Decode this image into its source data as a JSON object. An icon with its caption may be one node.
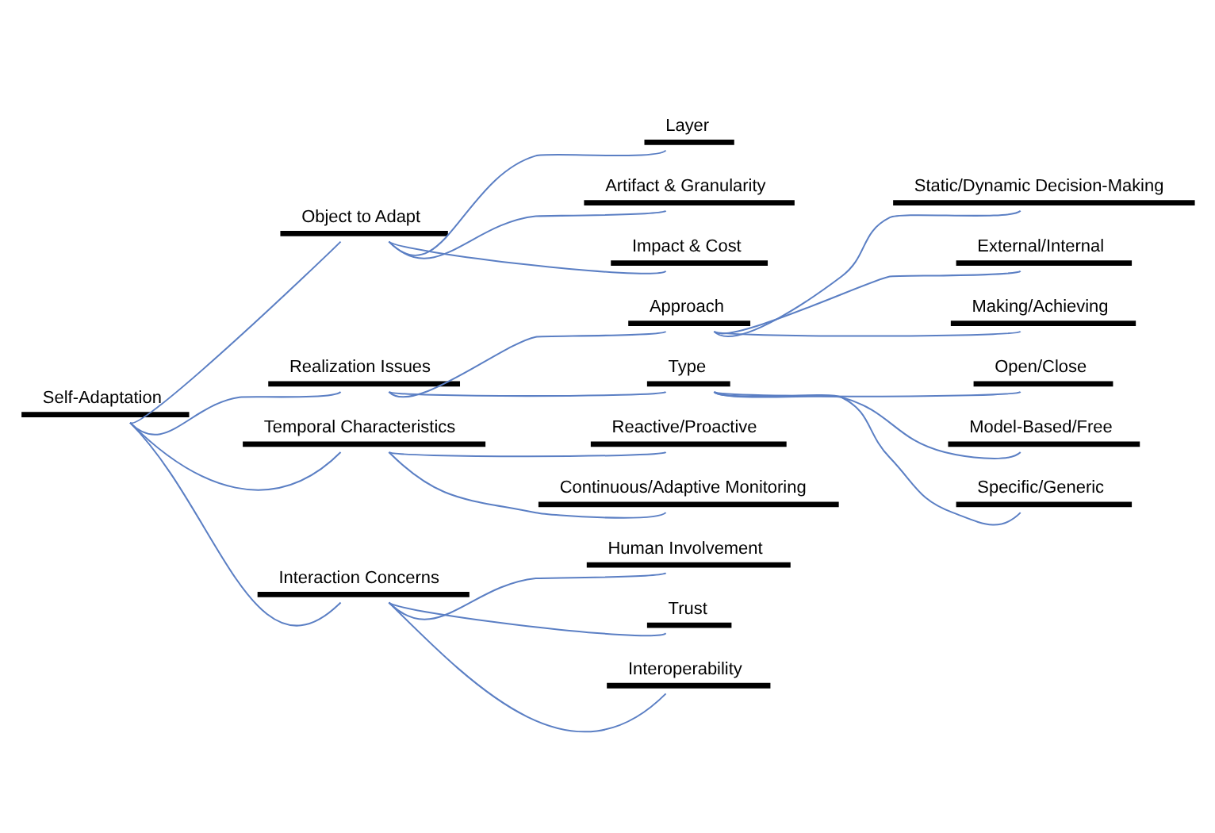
{
  "diagram": {
    "nodes": [
      {
        "text": [
          "Self-Adaptation"
        ]
      },
      {
        "text": [
          "Object to Adapt"
        ]
      },
      {
        "text": [
          "Layer"
        ]
      },
      {
        "text": [
          "Artifact & Granularity"
        ]
      },
      {
        "text": [
          "Impact & Cost"
        ]
      },
      {
        "text": [
          "Realization Issues"
        ]
      },
      {
        "text": [
          "Approach"
        ]
      },
      {
        "text": [
          "Static/Dynamic Decision-Making"
        ]
      },
      {
        "text": [
          "External/Internal"
        ]
      },
      {
        "text": [
          "Making/Achieving"
        ]
      },
      {
        "text": [
          "Type"
        ]
      },
      {
        "text": [
          "Open/Close"
        ]
      },
      {
        "text": [
          "Model-Based/Free"
        ]
      },
      {
        "text": [
          "Specific/Generic"
        ]
      },
      {
        "text": [
          "Temporal Characteristics"
        ]
      },
      {
        "text": [
          "Reactive/Proactive"
        ]
      },
      {
        "text": [
          "Continuous/Adaptive Monitoring"
        ]
      },
      {
        "text": [
          "Interaction Concerns"
        ]
      },
      {
        "text": [
          "Human Involvement"
        ]
      },
      {
        "text": [
          "Trust"
        ]
      },
      {
        "text": [
          "Interoperability"
        ]
      }
    ],
    "edges": [
      {
        "from": 0,
        "to": 1,
        "arrow": "none"
      },
      {
        "from": 1,
        "to": 2,
        "arrow": "none"
      },
      {
        "from": 1,
        "to": 3,
        "arrow": "none"
      },
      {
        "from": 1,
        "to": 4,
        "arrow": "none"
      },
      {
        "from": 0,
        "to": 5,
        "arrow": "none"
      },
      {
        "from": 5,
        "to": 6,
        "arrow": "none"
      },
      {
        "from": 6,
        "to": 7,
        "arrow": "none"
      },
      {
        "from": 6,
        "to": 8,
        "arrow": "none"
      },
      {
        "from": 6,
        "to": 9,
        "arrow": "none"
      },
      {
        "from": 5,
        "to": 10,
        "arrow": "none"
      },
      {
        "from": 10,
        "to": 11,
        "arrow": "none"
      },
      {
        "from": 10,
        "to": 12,
        "arrow": "none"
      },
      {
        "from": 10,
        "to": 13,
        "arrow": "none"
      },
      {
        "from": 0,
        "to": 14,
        "arrow": "none"
      },
      {
        "from": 14,
        "to": 15,
        "arrow": "none"
      },
      {
        "from": 14,
        "to": 16,
        "arrow": "none"
      },
      {
        "from": 0,
        "to": 17,
        "arrow": "none"
      },
      {
        "from": 17,
        "to": 18,
        "arrow": "none"
      },
      {
        "from": 17,
        "to": 19,
        "arrow": "none"
      },
      {
        "from": 17,
        "to": 20,
        "arrow": "none"
      }
    ]
  }
}
